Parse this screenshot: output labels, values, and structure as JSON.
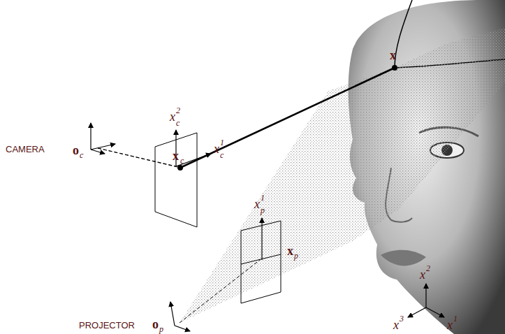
{
  "diagram": {
    "labels": [
      "x",
      "x",
      "2",
      "c",
      "x",
      "c",
      "x",
      "1",
      "c",
      "CAMERA",
      "o",
      "c",
      "x",
      "1",
      "p",
      "x",
      "p",
      "x",
      "2",
      "PROJECTOR",
      "o",
      "p",
      "x",
      "3",
      "x",
      "1"
    ]
  }
}
